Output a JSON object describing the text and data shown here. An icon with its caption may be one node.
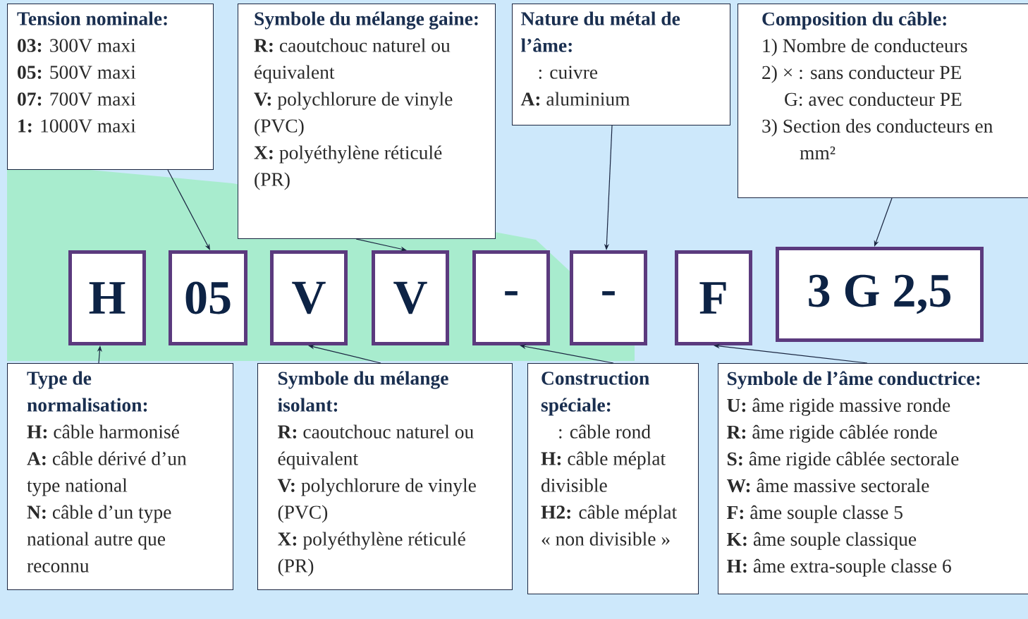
{
  "diagram": {
    "nodes": [
      {
        "text": [
          "Tension nominale:",
          "**03:** 300V maxi",
          "**05:** 500V maxi",
          "**07:** 700V maxi",
          "**1:** 1000V maxi"
        ]
      },
      {
        "text": [
          "Symbole du mélange gaine:",
          "**R:** caoutchouc naturel ou équivalent",
          "**V:** polychlorure de vinyle (PVC)",
          "**X:** polyéthylène réticulé (PR)"
        ]
      },
      {
        "text": [
          "Nature du métal de l’âme:",
          ": cuivre",
          "**A:** aluminium"
        ]
      },
      {
        "text": [
          "Composition du câble:",
          "1) Nombre de conducteurs",
          "2) × : sans conducteur PE",
          "G: avec conducteur PE",
          "3) Section des conducteurs en mm²"
        ]
      },
      {
        "text": [
          "H"
        ]
      },
      {
        "text": [
          "05"
        ]
      },
      {
        "text": [
          "V"
        ]
      },
      {
        "text": [
          "V"
        ]
      },
      {
        "text": [
          "-"
        ]
      },
      {
        "text": [
          "-"
        ]
      },
      {
        "text": [
          "F"
        ]
      },
      {
        "text": [
          "3 G 2,5"
        ]
      },
      {
        "text": [
          "Type de normalisation:",
          "**H:** câble harmonisé",
          "**A:** câble dérivé d’un type national",
          "**N:** câble d’un type national autre que reconnu"
        ]
      },
      {
        "text": [
          "Symbole du mélange isolant:",
          "**R:** caoutchouc naturel ou équivalent",
          "**V:** polychlorure de vinyle (PVC)",
          "**X:** polyéthylène réticulé (PR)"
        ]
      },
      {
        "text": [
          "Construction spéciale:",
          ": câble rond",
          "**H:** câble méplat divisible",
          "**H2:** câble méplat « non divisible »"
        ]
      },
      {
        "text": [
          "Symbole de l’âme conductrice:",
          "**U:** âme rigide massive ronde",
          "**R:** âme rigide câblée ronde",
          "**S:** âme rigide câblée sectorale",
          "**W:** âme massive sectorale",
          "**F:** âme souple classe 5",
          "**K:** âme souple classique",
          "**H:** âme extra-souple classe 6"
        ]
      }
    ],
    "edges": [
      {
        "from": 0,
        "to": 5,
        "arrow": "to"
      },
      {
        "from": 1,
        "to": 7,
        "arrow": "to"
      },
      {
        "from": 2,
        "to": 9,
        "arrow": "to"
      },
      {
        "from": 3,
        "to": 11,
        "arrow": "to"
      },
      {
        "from": 12,
        "to": 4,
        "arrow": "to"
      },
      {
        "from": 13,
        "to": 6,
        "arrow": "to"
      },
      {
        "from": 14,
        "to": 8,
        "arrow": "to"
      },
      {
        "from": 15,
        "to": 10,
        "arrow": "to"
      }
    ]
  }
}
